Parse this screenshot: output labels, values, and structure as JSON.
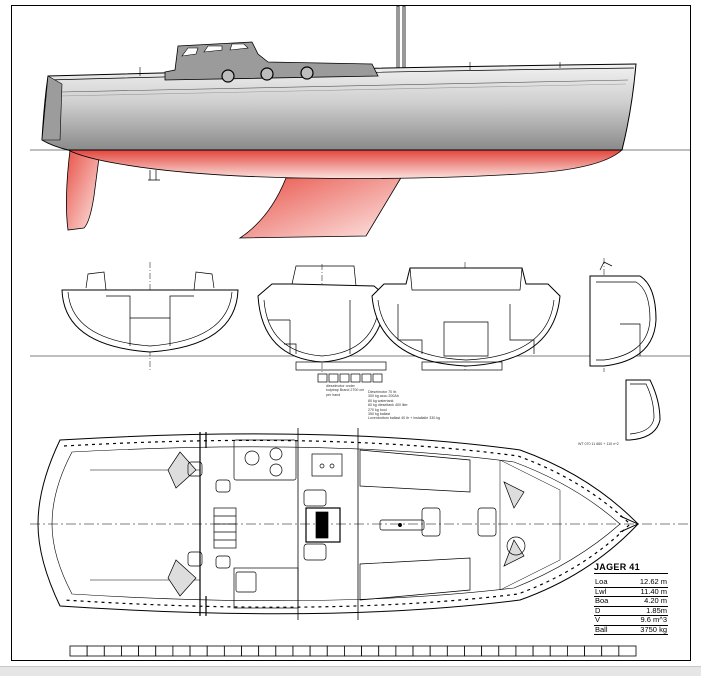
{
  "title": "JAGER 41",
  "specs": [
    {
      "label": "Loa",
      "value": "12.62 m"
    },
    {
      "label": "Lwl",
      "value": "11.40 m"
    },
    {
      "label": "Boa",
      "value": "4.20 m"
    },
    {
      "label": "D",
      "value": "1.85m"
    },
    {
      "label": "V",
      "value": "9.6 m^3"
    },
    {
      "label": "Ball",
      "value": "3750 kg"
    }
  ],
  "section_note_left": [
    "dieselmotor onder",
    "kuiptrap Brand 2700 cm",
    "per hand"
  ],
  "section_note_right": [
    "Dieselmotor 70 ltr.",
    "300 kg accu 200Ah",
    "80 kg watertank",
    "60 kg dieseltank 400 liter",
    "270 kg lood",
    "350 kg ballast",
    "Lovenbottom ballast 40 ltr + installatie 330 kg"
  ],
  "side_note": "WT 070 11 660 + 110 n^2",
  "colors": {
    "hull": "#c8c8c8",
    "antifouling": "#e8645c",
    "line": "#000000"
  },
  "scale_bar_segments": 33
}
